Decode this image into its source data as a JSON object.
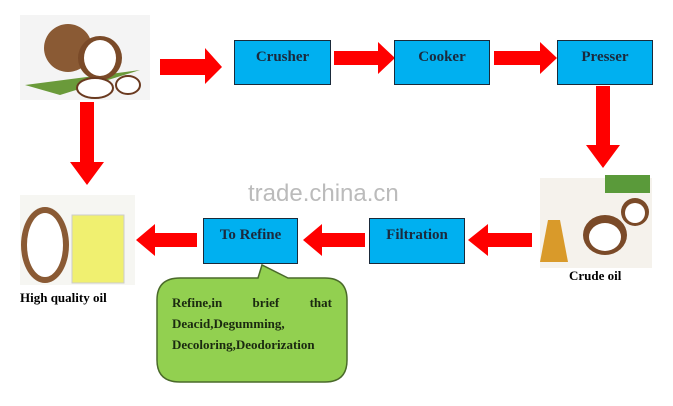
{
  "steps": {
    "crusher": "Crusher",
    "cooker": "Cooker",
    "presser": "Presser",
    "filtration": "Filtration",
    "to_refine": "To Refine"
  },
  "labels": {
    "crude_oil": "Crude oil",
    "high_quality_oil": "High quality oil"
  },
  "callout": {
    "line1": "Refine,in brief that",
    "line2": "Deacid,Degumming,",
    "line3": "Decoloring,Deodorization"
  },
  "watermark": "trade.china.cn",
  "colors": {
    "box": "#00b0f0",
    "arrow": "#ff0000",
    "callout": "#92d050"
  }
}
